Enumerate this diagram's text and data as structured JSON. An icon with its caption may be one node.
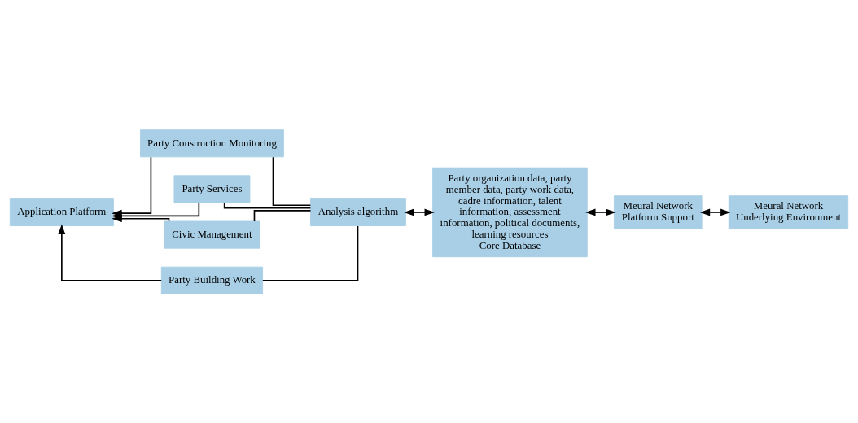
{
  "diagram": {
    "nodes": [
      {
        "text": [
          "Application Platform"
        ]
      },
      {
        "text": [
          "Party Construction Monitoring"
        ]
      },
      {
        "text": [
          "Party Services"
        ]
      },
      {
        "text": [
          "Civic Management"
        ]
      },
      {
        "text": [
          "Party Building Work"
        ]
      },
      {
        "text": [
          "Analysis algorithm"
        ]
      },
      {
        "text": [
          "Party organization data, party member data, party work data, cadre information, talent information, assessment information, political documents, learning resources",
          "Core Database"
        ]
      },
      {
        "text": [
          "Meural Network",
          "Platform Support"
        ]
      },
      {
        "text": [
          "Meural Network",
          "Underlying Environment"
        ]
      }
    ],
    "edges": [
      {
        "from": 1,
        "to": 0,
        "arrow": "to"
      },
      {
        "from": 2,
        "to": 0,
        "arrow": "to"
      },
      {
        "from": 3,
        "to": 0,
        "arrow": "to"
      },
      {
        "from": 4,
        "to": 0,
        "arrow": "to"
      },
      {
        "from": 5,
        "to": 1,
        "arrow": "none"
      },
      {
        "from": 5,
        "to": 2,
        "arrow": "none"
      },
      {
        "from": 5,
        "to": 3,
        "arrow": "none"
      },
      {
        "from": 5,
        "to": 4,
        "arrow": "none"
      },
      {
        "from": 6,
        "to": 5,
        "arrow": "both"
      },
      {
        "from": 7,
        "to": 6,
        "arrow": "both"
      },
      {
        "from": 8,
        "to": 7,
        "arrow": "both"
      }
    ]
  }
}
